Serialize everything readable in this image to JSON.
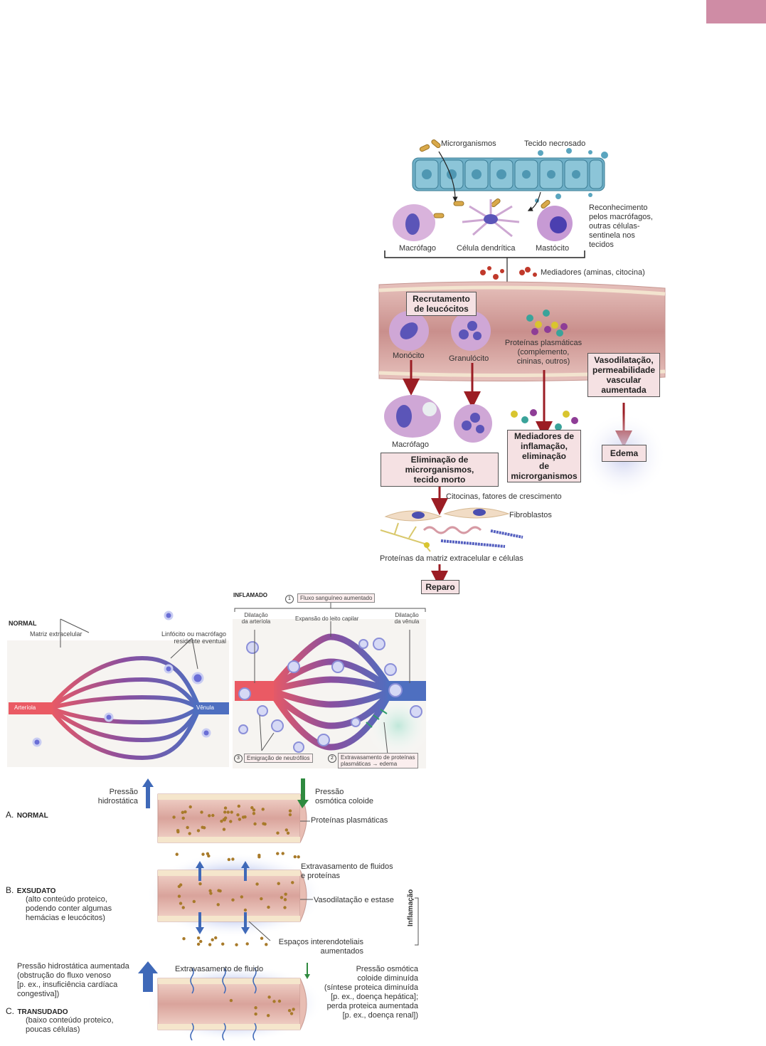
{
  "corner_tab": {
    "color": "#cf8ca5"
  },
  "top_diagram": {
    "microorganisms": "Microrganismos",
    "necrotic_tissue": "Tecido necrosado",
    "recognition": "Reconhecimento\npelos macrófagos,\noutras células-\nsentinela nos\ntecidos",
    "sentinel_cells": [
      "Macrófago",
      "Célula dendrítica",
      "Mastócito"
    ],
    "mediators": "Mediadores (aminas, citocina)",
    "recruitment_box": "Recrutamento\nde leucócitos",
    "monocyte": "Monócito",
    "granulocyte": "Granulócito",
    "plasma_proteins": "Proteínas plasmáticas\n(complemento,\ncininas, outros)",
    "vasodilation_box": "Vasodilatação,\npermeabilidade\nvascular\naumentada",
    "macrophage": "Macrófago",
    "elimination_box": "Eliminação de\nmicrorganismos,\ntecido morto",
    "inflam_mediators_box": "Mediadores de\ninflamação,\neliminação\nde\nmicrorganismos",
    "edema_box": "Edema",
    "cytokines": "Citocinas, fatores de crescimento",
    "fibroblasts": "Fibroblastos",
    "ecm_proteins": "Proteínas da matriz extracelular e células",
    "repair_box": "Reparo"
  },
  "microcirculation": {
    "normal": {
      "title": "NORMAL",
      "ecm": "Matriz extracelular",
      "resident": "Linfócito ou macrófago\nresidente eventual",
      "arteriole": "Arteríola",
      "venule": "Vênula"
    },
    "inflamed": {
      "title": "INFLAMADO",
      "step1_num": "1",
      "step1": "Fluxo sanguíneo aumentado",
      "arteriole_dil": "Dilatação\nda arteríola",
      "capillary_exp": "Expansão do leito capilar",
      "venule_dil": "Dilatação\nda vênula",
      "step3_num": "3",
      "step3": "Emigração de neutrófilos",
      "step2_num": "2",
      "step2": "Extravasamento de proteínas\nplasmáticas  →  edema"
    }
  },
  "fluid": {
    "A": {
      "letter": "A.",
      "title": "NORMAL",
      "hydrostatic": "Pressão\nhidrostática",
      "osmotic": "Pressão\nosmótica coloide",
      "plasma_proteins": "Proteínas plasmáticas"
    },
    "B": {
      "letter": "B.",
      "title": "EXSUDATO",
      "desc": "(alto conteúdo proteico,\npodendo conter algumas\nhemácias e leucócitos)",
      "leak": "Extravasamento de fluidos\ne proteínas",
      "vasodil": "Vasodilatação e estase",
      "spaces": "Espaços interendoteliais\naumentados",
      "bracket": "Inflamação"
    },
    "C": {
      "letter": "C.",
      "title": "TRANSUDADO",
      "desc": "(baixo conteúdo proteico,\npoucas células)",
      "hydro_up": "Pressão hidrostática aumentada\n(obstrução do fluxo venoso\n[p. ex., insuficiência cardíaca\ncongestiva])",
      "leak": "Extravasamento de fluido",
      "osm_down": "Pressão osmótica\ncoloide diminuída\n(síntese proteica diminuída\n[p. ex., doença hepática];\nperda proteica aumentada\n[p. ex., doença renal])"
    }
  }
}
